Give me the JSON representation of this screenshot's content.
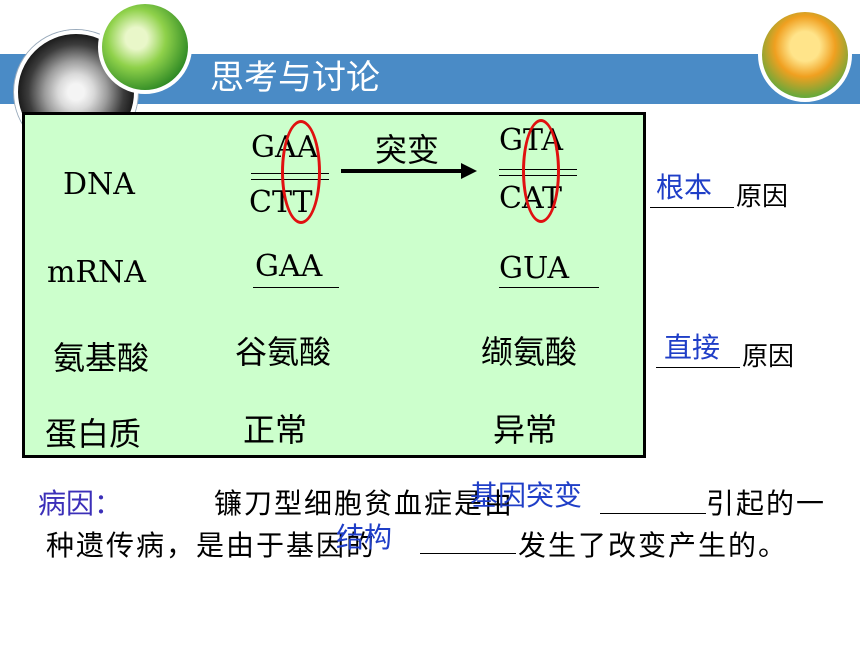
{
  "slide": {
    "title": "思考与讨论"
  },
  "table": {
    "row_labels": [
      "DNA",
      "mRNA",
      "氨基酸",
      "蛋白质"
    ],
    "normal": {
      "dna_top": "GAA",
      "dna_bottom": "CTT",
      "mrna": "GAA",
      "amino_acid": "谷氨酸",
      "protein": "正常"
    },
    "mutant": {
      "dna_top": "GTA",
      "dna_bottom": "CAT",
      "mrna": "GUA",
      "amino_acid": "缬氨酸",
      "protein": "异常"
    },
    "arrow_label": "突变"
  },
  "side_notes": {
    "root_answer": "根本",
    "root_suffix": "原因",
    "direct_answer": "直接",
    "direct_suffix": "原因"
  },
  "bottom": {
    "label": "病因：",
    "line1_text": "镰刀型细胞贫血症是由",
    "line1_answer": "基因突变",
    "line1_end": "引起的一",
    "line2_text": "种遗传病，是由于基因的",
    "line2_answer": "结构",
    "line2_end": "发生了改变产生的。"
  },
  "colors": {
    "header": "#4a8bc6",
    "table_bg": "#ccffcc",
    "oval": "#e01010",
    "answer": "#1f3ec7",
    "label": "#3b2fb8"
  }
}
